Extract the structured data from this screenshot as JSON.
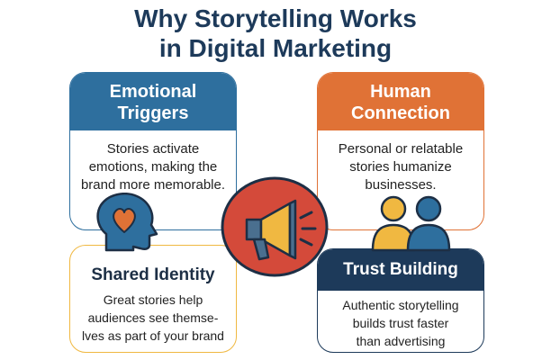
{
  "title": {
    "line1": "Why Storytelling Works",
    "line2": "in Digital Marketing"
  },
  "cards": {
    "emotional": {
      "heading_l1": "Emotional",
      "heading_l2": "Triggers",
      "body": [
        "Stories activate",
        "emotions, making the",
        "brand more memorable."
      ],
      "color": "#2e6f9e"
    },
    "human": {
      "heading_l1": "Human",
      "heading_l2": "Connection",
      "body": [
        "Personal or relatable",
        "stories humanize",
        "businesses."
      ],
      "color": "#e07236"
    },
    "shared": {
      "heading": "Shared Identity",
      "body": [
        "Great stories help",
        "audiences see themse-",
        "lves as part of your brand"
      ],
      "color": "#f0b841"
    },
    "trust": {
      "heading": "Trust Building",
      "body": [
        "Authentic storytelling",
        "builds trust faster",
        "than advertising"
      ],
      "color": "#1d3a5a"
    }
  },
  "icons": {
    "center": "megaphone-icon",
    "left": "head-heart-icon",
    "right": "people-icon"
  },
  "colors": {
    "navy": "#1d3a5a",
    "blue": "#2e6f9e",
    "orange": "#e07236",
    "yellow": "#f0b841",
    "red": "#d44a3a"
  }
}
